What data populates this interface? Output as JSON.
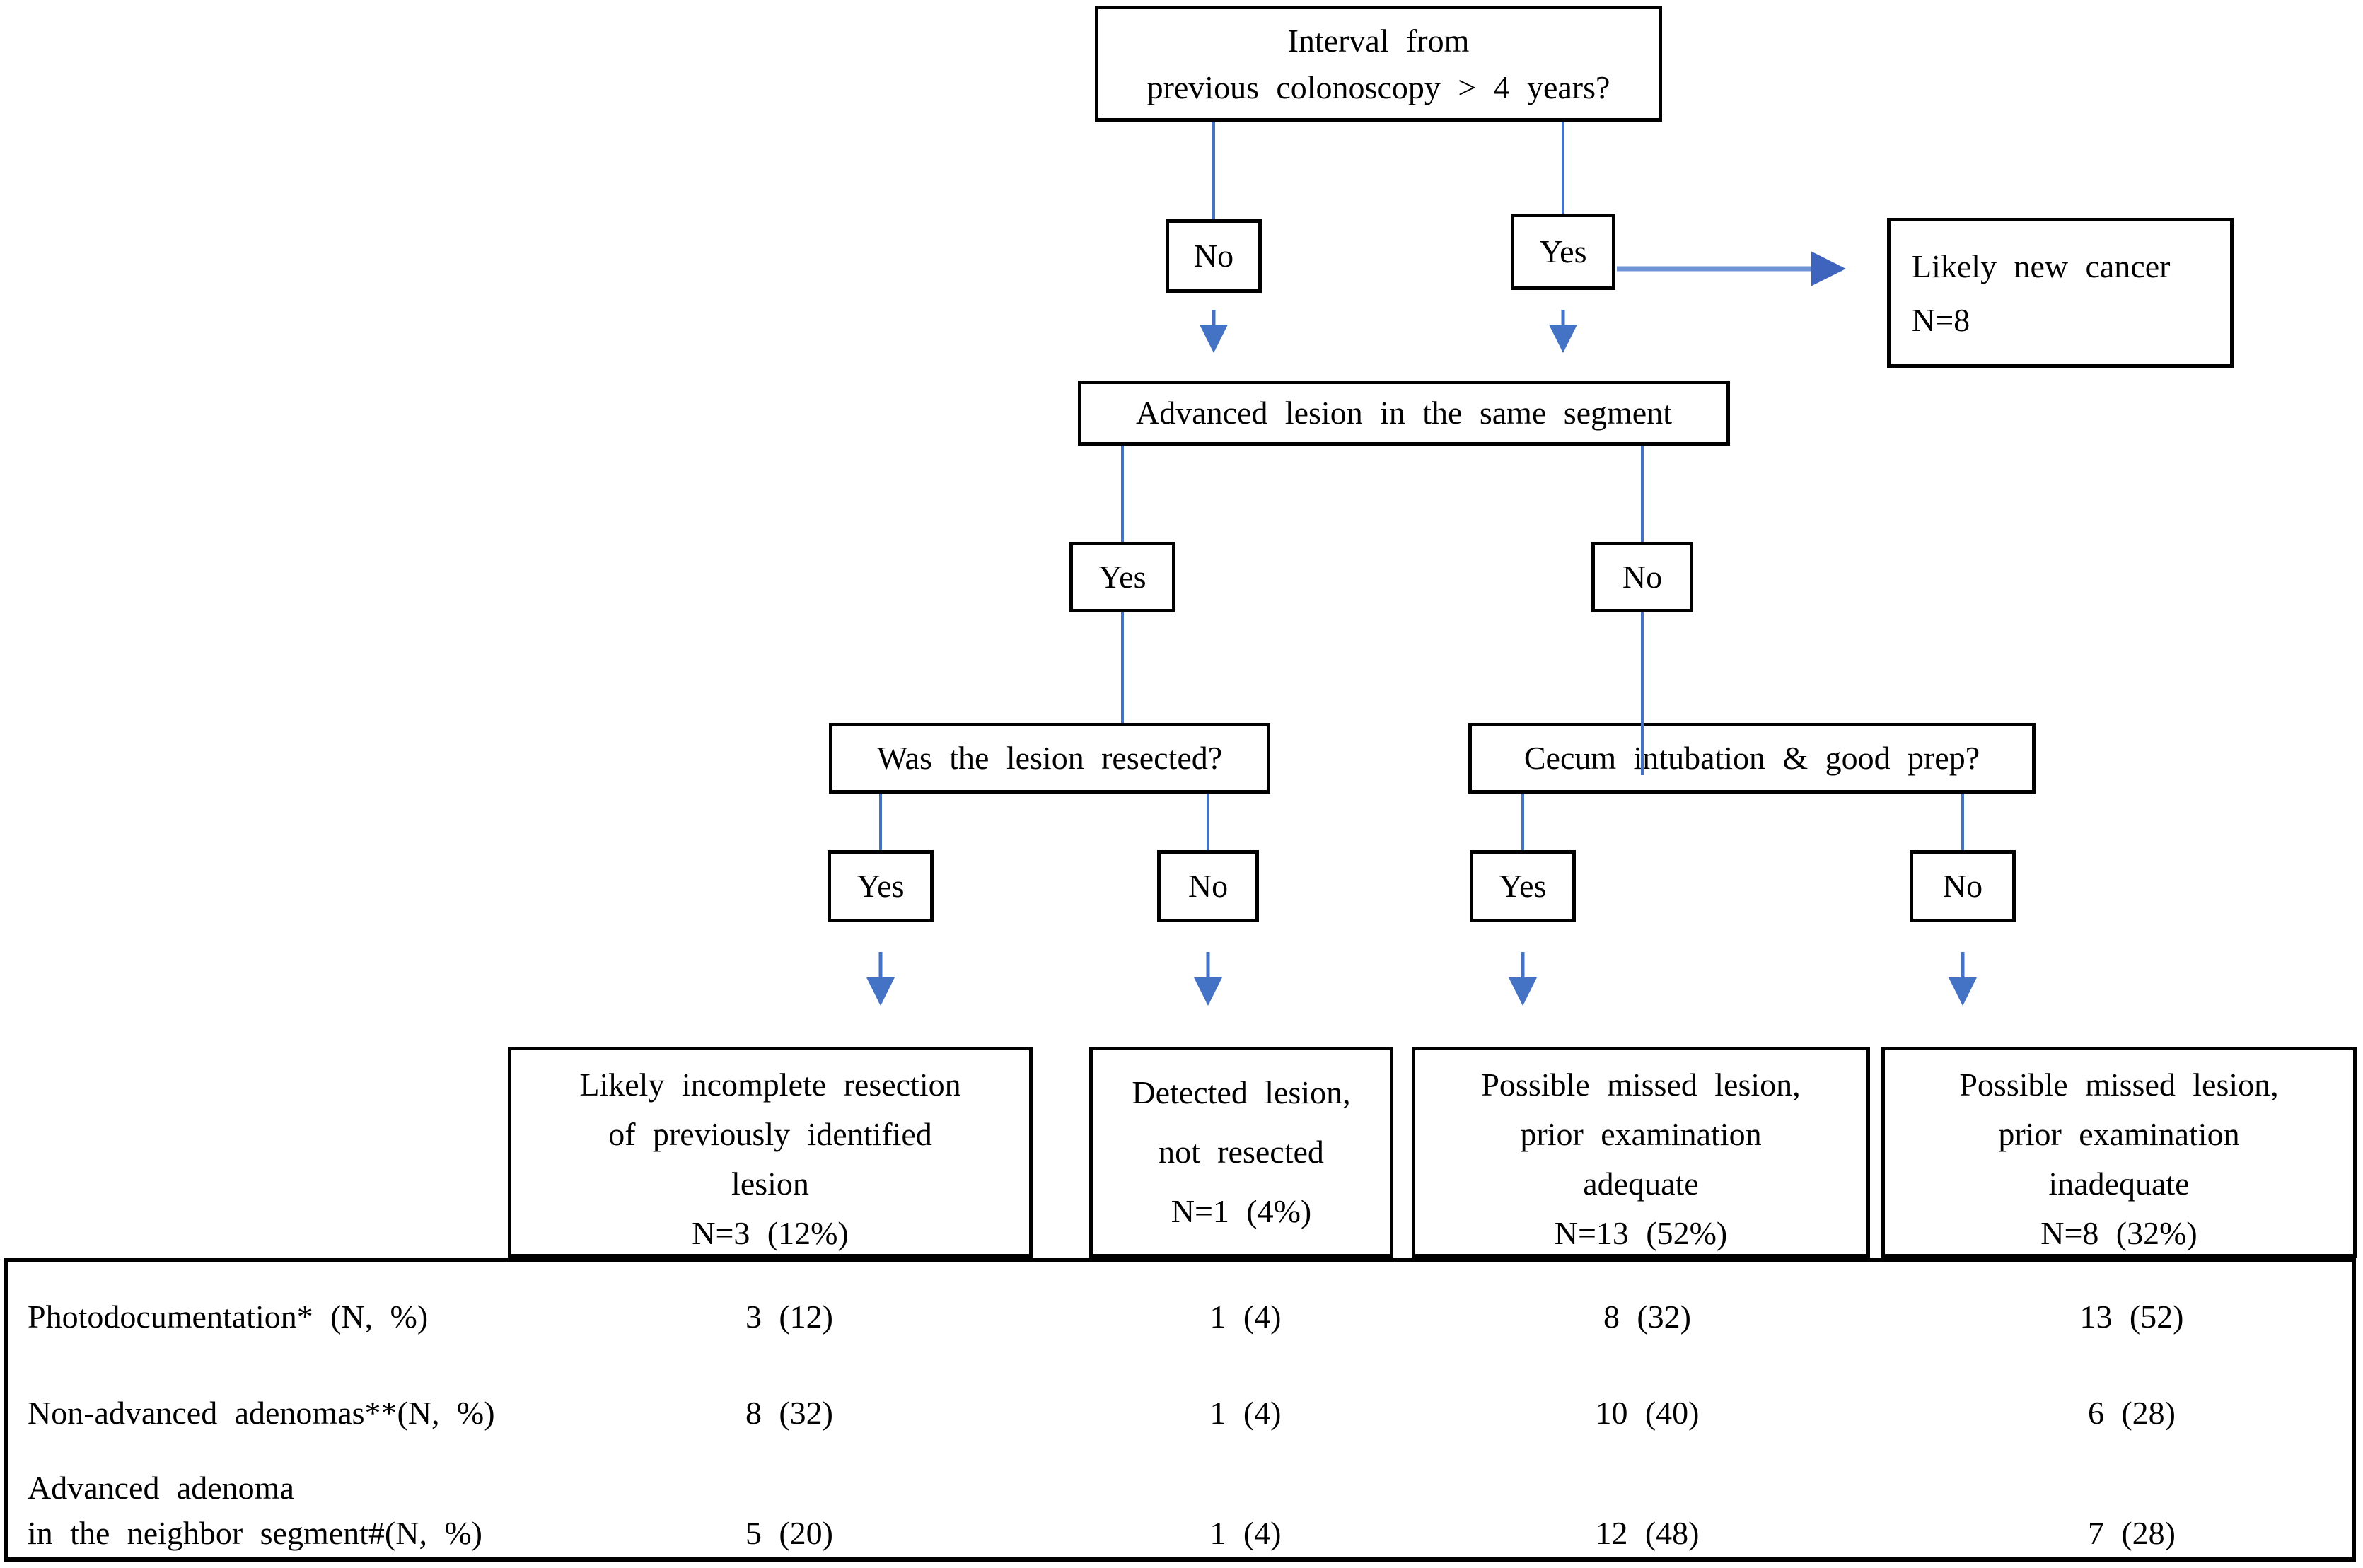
{
  "figure_type": "flowchart",
  "colors": {
    "connector": "#4472C4",
    "connector_light": "#7093d8",
    "box_border": "#000000",
    "background": "#ffffff"
  },
  "flowchart": {
    "interval_question": {
      "lines": [
        "Interval from",
        "previous colonoscopy > 4 years?"
      ]
    },
    "branch_interval": {
      "no": "No",
      "yes": "Yes"
    },
    "new_cancer": {
      "lines": [
        "Likely new cancer",
        "N=8"
      ]
    },
    "advanced_lesion_question": {
      "label": "Advanced lesion in the same segment"
    },
    "branch_advanced": {
      "yes": "Yes",
      "no": "No"
    },
    "resected_question": {
      "label": "Was the lesion resected?"
    },
    "cecum_question": {
      "label": "Cecum intubation & good prep?"
    },
    "branch_resected": {
      "yes": "Yes",
      "no": "No"
    },
    "branch_cecum": {
      "yes": "Yes",
      "no": "No"
    },
    "outcomes": [
      {
        "lines": [
          "Likely incomplete resection",
          "of previously identified",
          "lesion",
          "N=3 (12%)"
        ]
      },
      {
        "lines": [
          "Detected lesion,",
          "not resected",
          "N=1 (4%)"
        ]
      },
      {
        "lines": [
          "Possible missed lesion,",
          "prior examination",
          "adequate",
          "N=13 (52%)"
        ]
      },
      {
        "lines": [
          "Possible missed lesion,",
          "prior examination",
          "inadequate",
          "N=8 (32%)"
        ]
      }
    ]
  },
  "table": {
    "rows": [
      {
        "label_lines": [
          "Photodocumentation*  (N, %)"
        ],
        "values": [
          "3 (12)",
          "1 (4)",
          "8 (32)",
          "13 (52)"
        ]
      },
      {
        "label_lines": [
          "Non-advanced adenomas**(N,  %)"
        ],
        "values": [
          "8 (32)",
          "1 (4)",
          "10 (40)",
          "6 (28)"
        ]
      },
      {
        "label_lines": [
          "Advanced adenoma",
          "in the neighbor  segment#(N,  %)"
        ],
        "values": [
          "5 (20)",
          "1 (4)",
          "12 (48)",
          "7 (28)"
        ]
      }
    ]
  }
}
